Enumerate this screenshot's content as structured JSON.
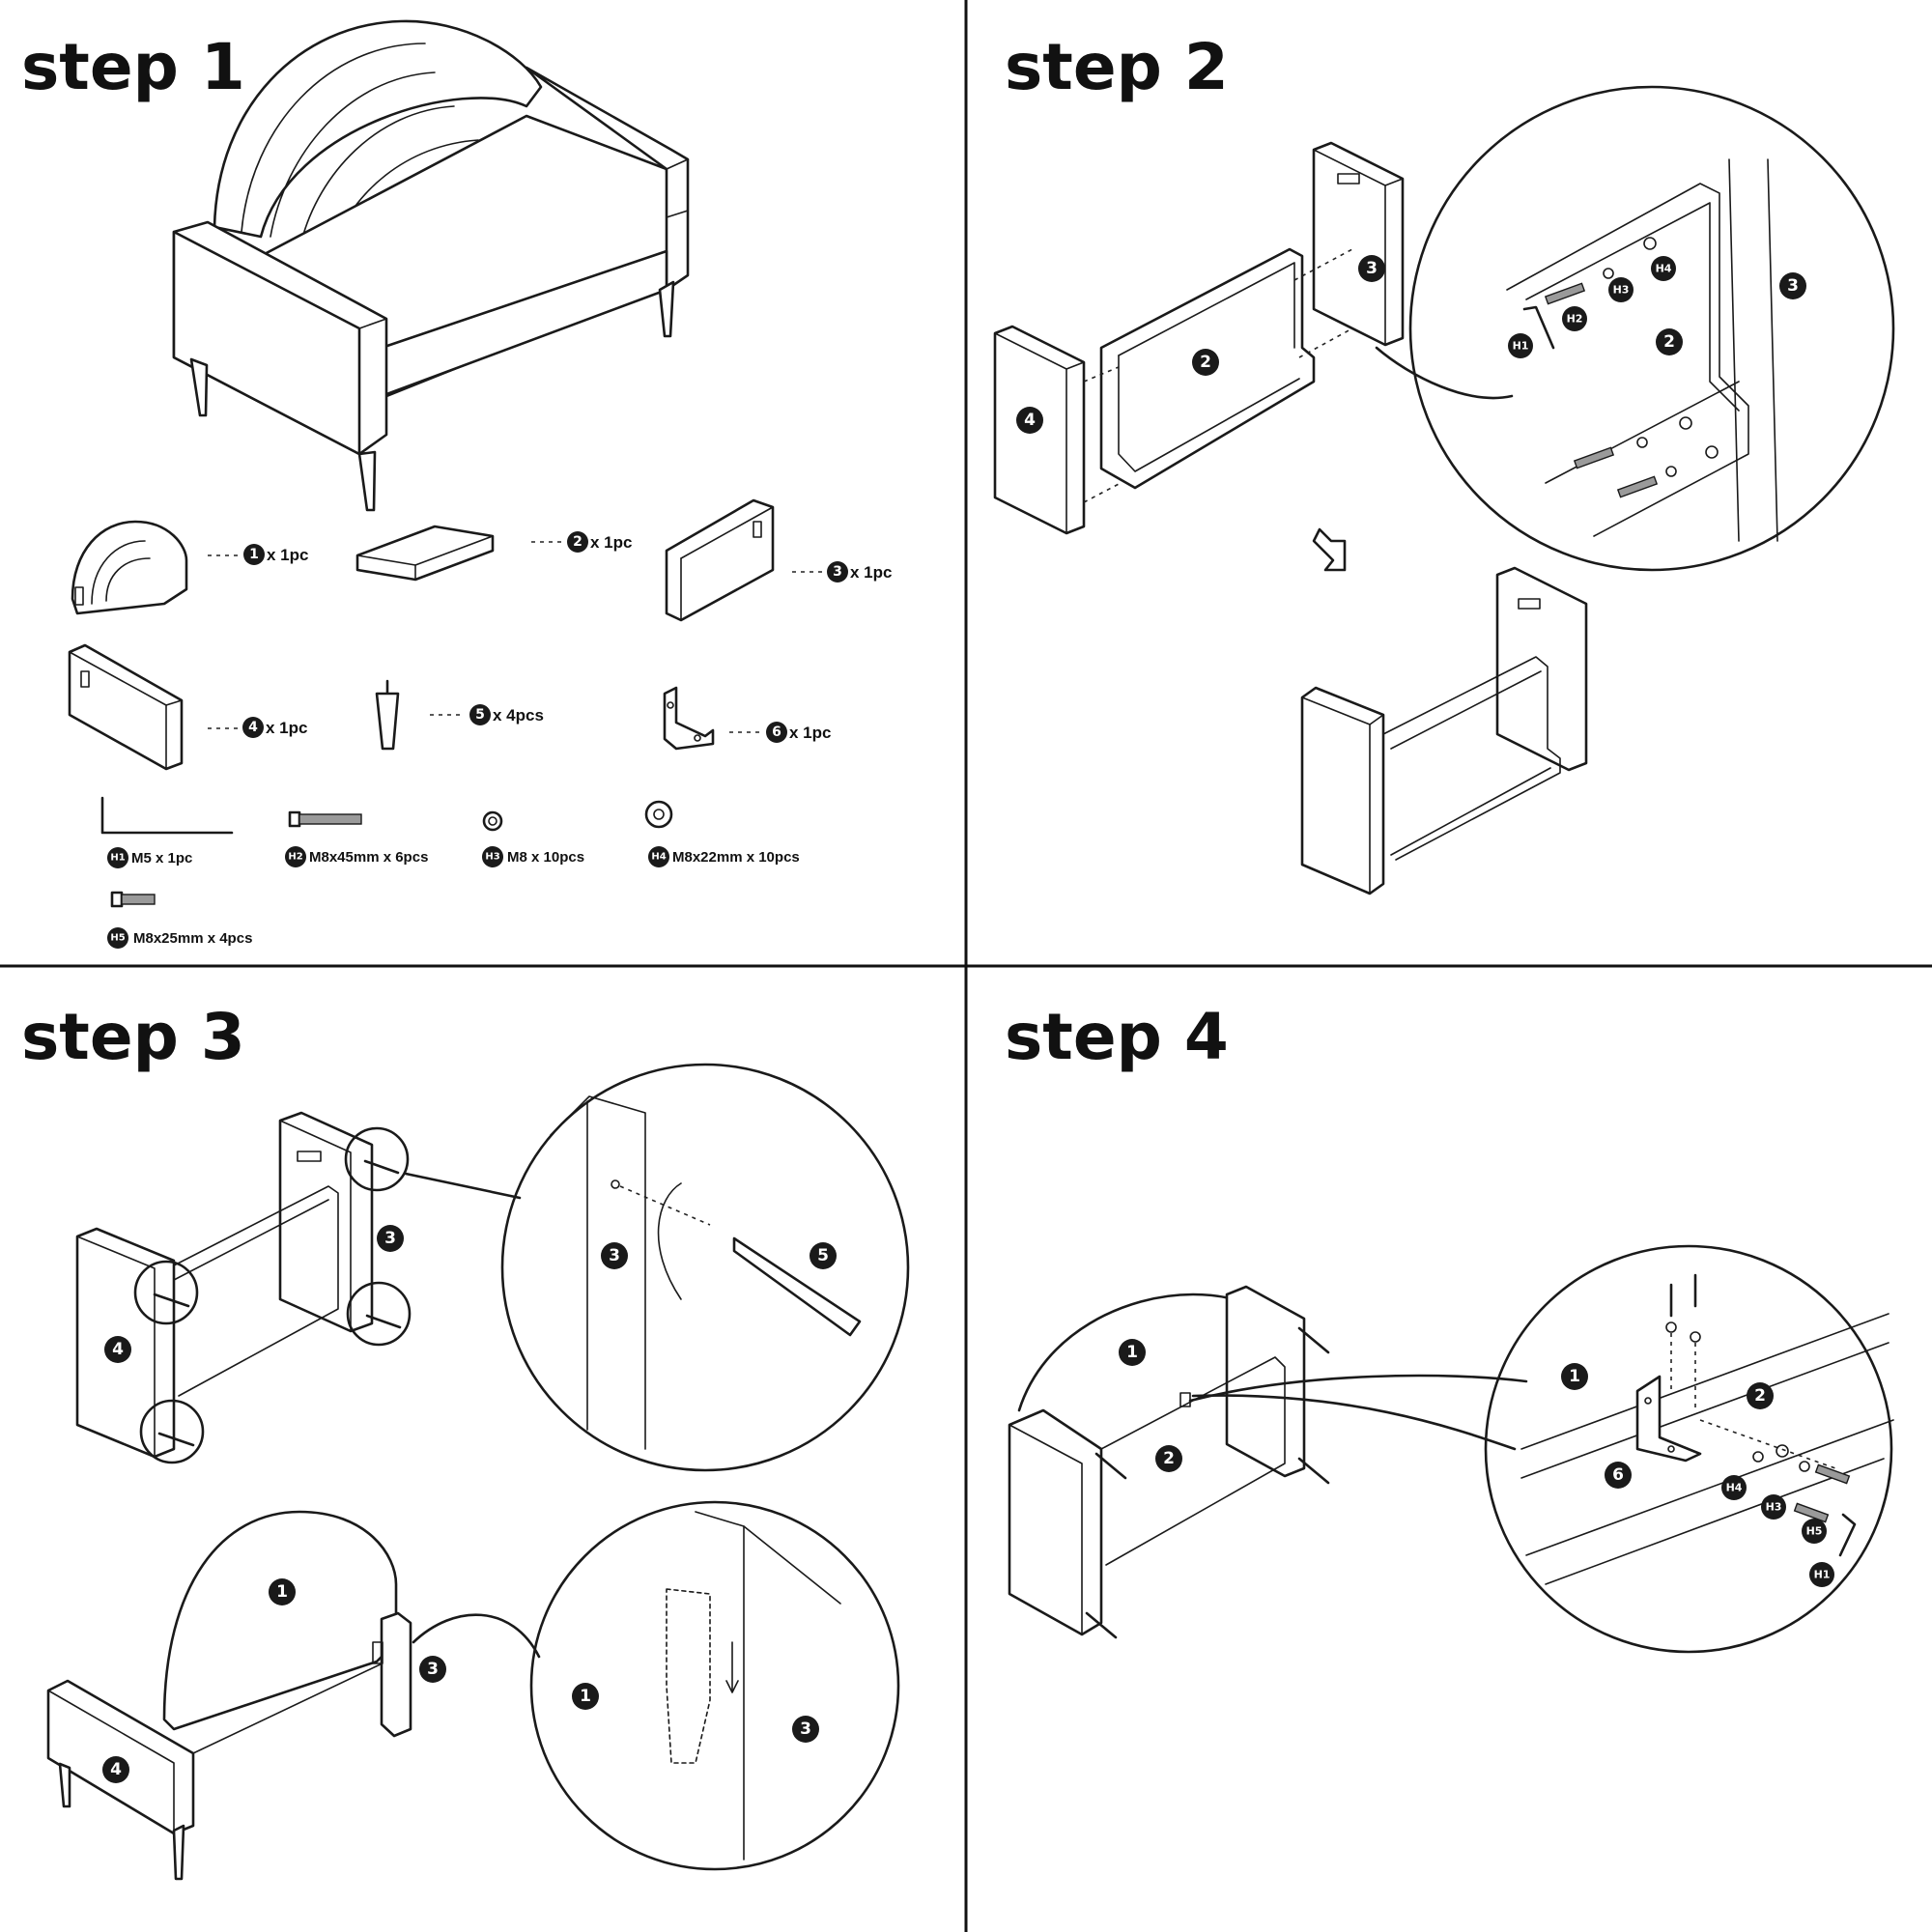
{
  "steps": [
    {
      "title": "step 1"
    },
    {
      "title": "step 2"
    },
    {
      "title": "step 3"
    },
    {
      "title": "step 4"
    }
  ],
  "parts": [
    {
      "id": "1",
      "qty": "x 1pc"
    },
    {
      "id": "2",
      "qty": "x 1pc"
    },
    {
      "id": "3",
      "qty": "x 1pc"
    },
    {
      "id": "4",
      "qty": "x 1pc"
    },
    {
      "id": "5",
      "qty": "x 4pcs"
    },
    {
      "id": "6",
      "qty": "x 1pc"
    }
  ],
  "hardware": [
    {
      "id": "H1",
      "spec": "M5 x 1pc"
    },
    {
      "id": "H2",
      "spec": "M8x45mm x 6pcs"
    },
    {
      "id": "H3",
      "spec": "M8 x 10pcs"
    },
    {
      "id": "H4",
      "spec": "M8x22mm x 10pcs"
    },
    {
      "id": "H5",
      "spec": "M8x25mm x 4pcs"
    }
  ],
  "markers": {
    "p1": "1",
    "p2": "2",
    "p3": "3",
    "p4": "4",
    "p5": "5",
    "p6": "6",
    "h1": "H1",
    "h2": "H2",
    "h3": "H3",
    "h4": "H4",
    "h5": "H5"
  }
}
